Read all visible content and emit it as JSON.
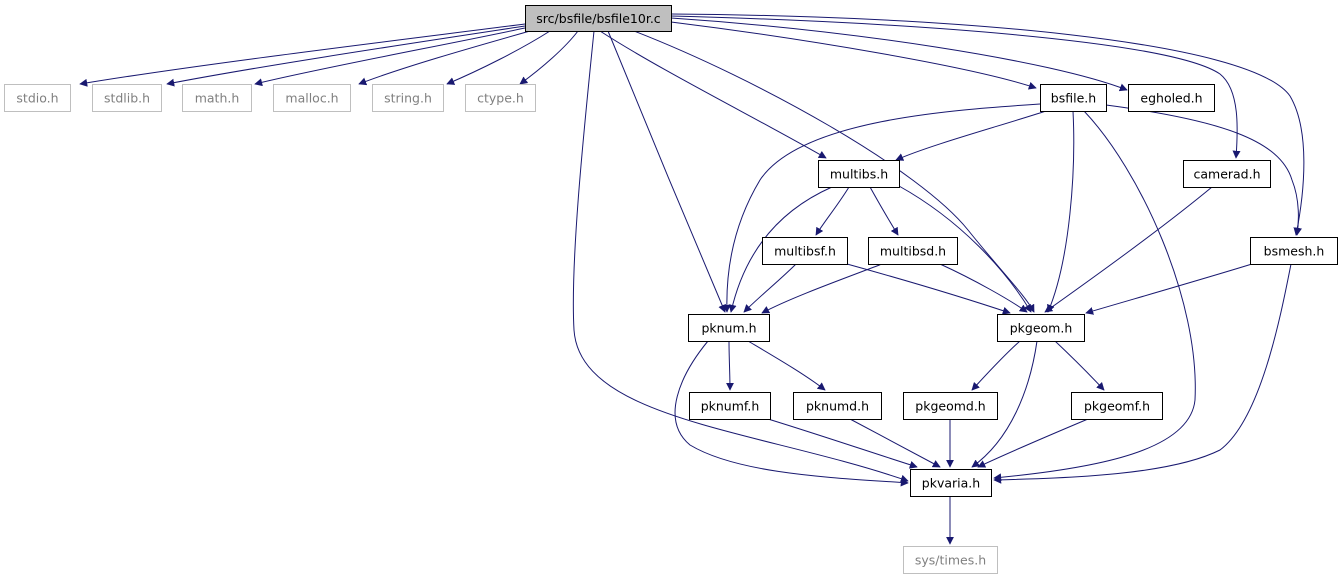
{
  "colors": {
    "edge": "#191970",
    "root_fill": "#bfbfbf",
    "root_stroke": "#000000",
    "normal_fill": "#ffffff",
    "normal_stroke": "#000000",
    "external_stroke": "#bfbfbf",
    "external_text": "#808080",
    "text": "#000000"
  },
  "nodes": [
    {
      "id": "root",
      "label": "src/bsfile/bsfile10r.c",
      "kind": "root"
    },
    {
      "id": "stdio",
      "label": "stdio.h",
      "kind": "external"
    },
    {
      "id": "stdlib",
      "label": "stdlib.h",
      "kind": "external"
    },
    {
      "id": "math",
      "label": "math.h",
      "kind": "external"
    },
    {
      "id": "malloc",
      "label": "malloc.h",
      "kind": "external"
    },
    {
      "id": "string",
      "label": "string.h",
      "kind": "external"
    },
    {
      "id": "ctype",
      "label": "ctype.h",
      "kind": "external"
    },
    {
      "id": "bsfile",
      "label": "bsfile.h",
      "kind": "normal"
    },
    {
      "id": "egholed",
      "label": "egholed.h",
      "kind": "normal"
    },
    {
      "id": "multibs",
      "label": "multibs.h",
      "kind": "normal"
    },
    {
      "id": "camerad",
      "label": "camerad.h",
      "kind": "normal"
    },
    {
      "id": "bsmesh",
      "label": "bsmesh.h",
      "kind": "normal"
    },
    {
      "id": "multibsf",
      "label": "multibsf.h",
      "kind": "normal"
    },
    {
      "id": "multibsd",
      "label": "multibsd.h",
      "kind": "normal"
    },
    {
      "id": "pknum",
      "label": "pknum.h",
      "kind": "normal"
    },
    {
      "id": "pkgeom",
      "label": "pkgeom.h",
      "kind": "normal"
    },
    {
      "id": "pknumf",
      "label": "pknumf.h",
      "kind": "normal"
    },
    {
      "id": "pknumd",
      "label": "pknumd.h",
      "kind": "normal"
    },
    {
      "id": "pkgeomd",
      "label": "pkgeomd.h",
      "kind": "normal"
    },
    {
      "id": "pkgeomf",
      "label": "pkgeomf.h",
      "kind": "normal"
    },
    {
      "id": "pkvaria",
      "label": "pkvaria.h",
      "kind": "normal"
    },
    {
      "id": "systimes",
      "label": "sys/times.h",
      "kind": "external"
    }
  ],
  "edges": [
    {
      "from": "root",
      "to": "stdio"
    },
    {
      "from": "root",
      "to": "stdlib"
    },
    {
      "from": "root",
      "to": "math"
    },
    {
      "from": "root",
      "to": "malloc"
    },
    {
      "from": "root",
      "to": "string"
    },
    {
      "from": "root",
      "to": "ctype"
    },
    {
      "from": "root",
      "to": "bsfile"
    },
    {
      "from": "root",
      "to": "egholed"
    },
    {
      "from": "root",
      "to": "camerad"
    },
    {
      "from": "root",
      "to": "bsmesh"
    },
    {
      "from": "root",
      "to": "multibs"
    },
    {
      "from": "root",
      "to": "pknum"
    },
    {
      "from": "root",
      "to": "pkgeom"
    },
    {
      "from": "root",
      "to": "pkvaria"
    },
    {
      "from": "bsfile",
      "to": "multibs"
    },
    {
      "from": "bsfile",
      "to": "pknum"
    },
    {
      "from": "bsfile",
      "to": "pkgeom"
    },
    {
      "from": "bsfile",
      "to": "pkvaria"
    },
    {
      "from": "bsfile",
      "to": "bsmesh"
    },
    {
      "from": "multibs",
      "to": "multibsf"
    },
    {
      "from": "multibs",
      "to": "multibsd"
    },
    {
      "from": "multibs",
      "to": "pknum"
    },
    {
      "from": "multibs",
      "to": "pkgeom"
    },
    {
      "from": "camerad",
      "to": "pkgeom"
    },
    {
      "from": "bsmesh",
      "to": "pkgeom"
    },
    {
      "from": "bsmesh",
      "to": "pkvaria"
    },
    {
      "from": "multibsf",
      "to": "pknum"
    },
    {
      "from": "multibsf",
      "to": "pkgeom"
    },
    {
      "from": "multibsd",
      "to": "pknum"
    },
    {
      "from": "multibsd",
      "to": "pkgeom"
    },
    {
      "from": "pknum",
      "to": "pknumf"
    },
    {
      "from": "pknum",
      "to": "pknumd"
    },
    {
      "from": "pknum",
      "to": "pkvaria"
    },
    {
      "from": "pkgeom",
      "to": "pkgeomd"
    },
    {
      "from": "pkgeom",
      "to": "pkgeomf"
    },
    {
      "from": "pkgeom",
      "to": "pkvaria"
    },
    {
      "from": "pknumf",
      "to": "pkvaria"
    },
    {
      "from": "pknumd",
      "to": "pkvaria"
    },
    {
      "from": "pkgeomd",
      "to": "pkvaria"
    },
    {
      "from": "pkgeomf",
      "to": "pkvaria"
    },
    {
      "from": "pkvaria",
      "to": "systimes"
    }
  ]
}
